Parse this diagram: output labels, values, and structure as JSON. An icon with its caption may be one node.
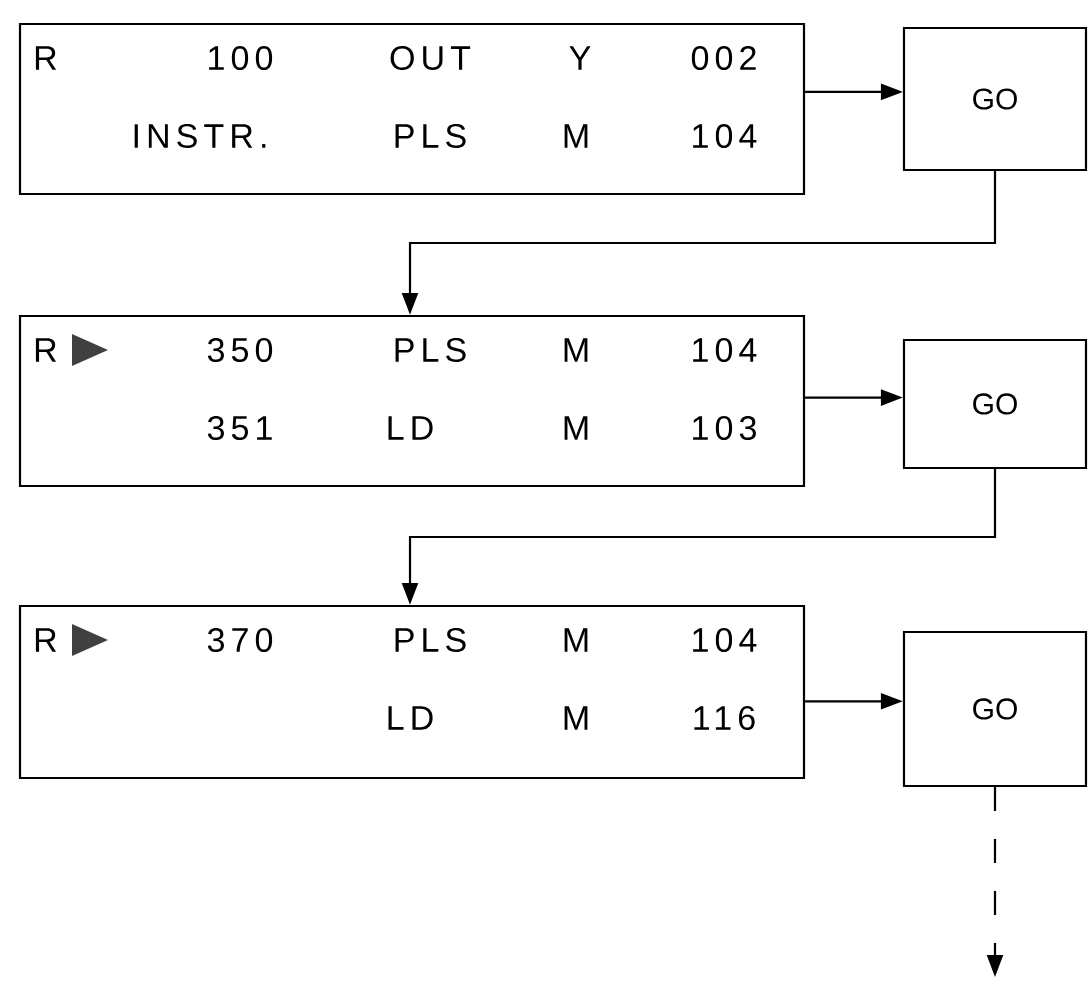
{
  "diagram": {
    "nodes": [
      {
        "text": [
          "R",
          "100",
          "OUT",
          "Y",
          "002",
          "INSTR.",
          "PLS",
          "M",
          "104"
        ]
      },
      {
        "text": [
          "GO"
        ]
      },
      {
        "text": [
          "R",
          "350",
          "PLS",
          "M",
          "104",
          "351",
          "LD",
          "M",
          "103"
        ]
      },
      {
        "text": [
          "GO"
        ]
      },
      {
        "text": [
          "R",
          "370",
          "PLS",
          "M",
          "104",
          "LD",
          "M",
          "116"
        ]
      },
      {
        "text": [
          "GO"
        ]
      }
    ],
    "edges": [
      {
        "from": 0,
        "to": 1,
        "arrow": "to"
      },
      {
        "from": 1,
        "to": 2,
        "arrow": "to"
      },
      {
        "from": 2,
        "to": 3,
        "arrow": "to"
      },
      {
        "from": 3,
        "to": 4,
        "arrow": "to"
      },
      {
        "from": 4,
        "to": 5,
        "arrow": "to"
      },
      {
        "from": 5,
        "to": null,
        "arrow": "to",
        "style": "dashed"
      }
    ]
  }
}
